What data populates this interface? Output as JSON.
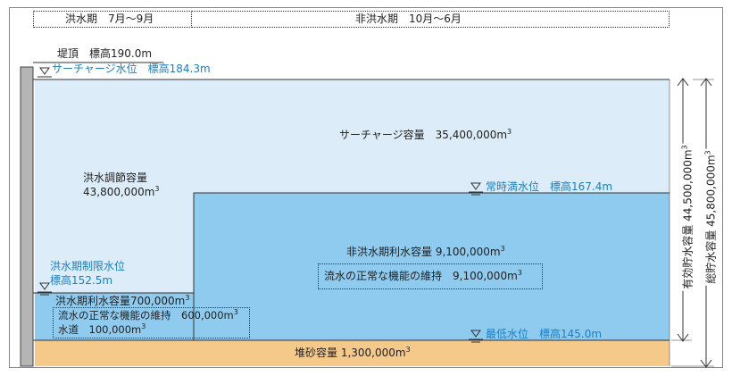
{
  "header": {
    "flood_period": "洪水期　7月～9月",
    "non_flood_period": "非洪水期　10月～6月"
  },
  "levels": {
    "crest": "堤頂　標高190.0m",
    "surcharge": "サーチャージ水位　標高184.3m",
    "normal": "常時満水位　標高167.4m",
    "flood_limit_line1": "洪水期制限水位",
    "flood_limit_line2": "標高152.5m",
    "minimum": "最低水位　標高145.0m"
  },
  "capacities": {
    "surcharge": "サーチャージ容量　35,400,000m",
    "flood_control_line1": "洪水調節容量",
    "flood_control_line2": "43,800,000m",
    "non_flood_use": "非洪水期利水容量 9,100,000m",
    "non_flood_normal_function": "流水の正常な機能の維持　9,100,000m",
    "flood_use": "洪水期利水容量700,000m",
    "flood_normal_function": "流水の正常な機能の維持　600,000m",
    "water_supply": "水道　100,000m",
    "sediment": "堆砂容量 1,300,000m",
    "effective": "有効貯水容量 44,500,000m",
    "total": "総貯水容量 45,800,000m"
  },
  "unit_superscript": "3",
  "colors": {
    "upper_water": "#dcecf9",
    "lower_water": "#8fcbee",
    "sediment": "#f5c98a",
    "dam": "#b5b5b5",
    "level_text": "#1a7fc0"
  },
  "icons": [
    "water-level-icon"
  ]
}
